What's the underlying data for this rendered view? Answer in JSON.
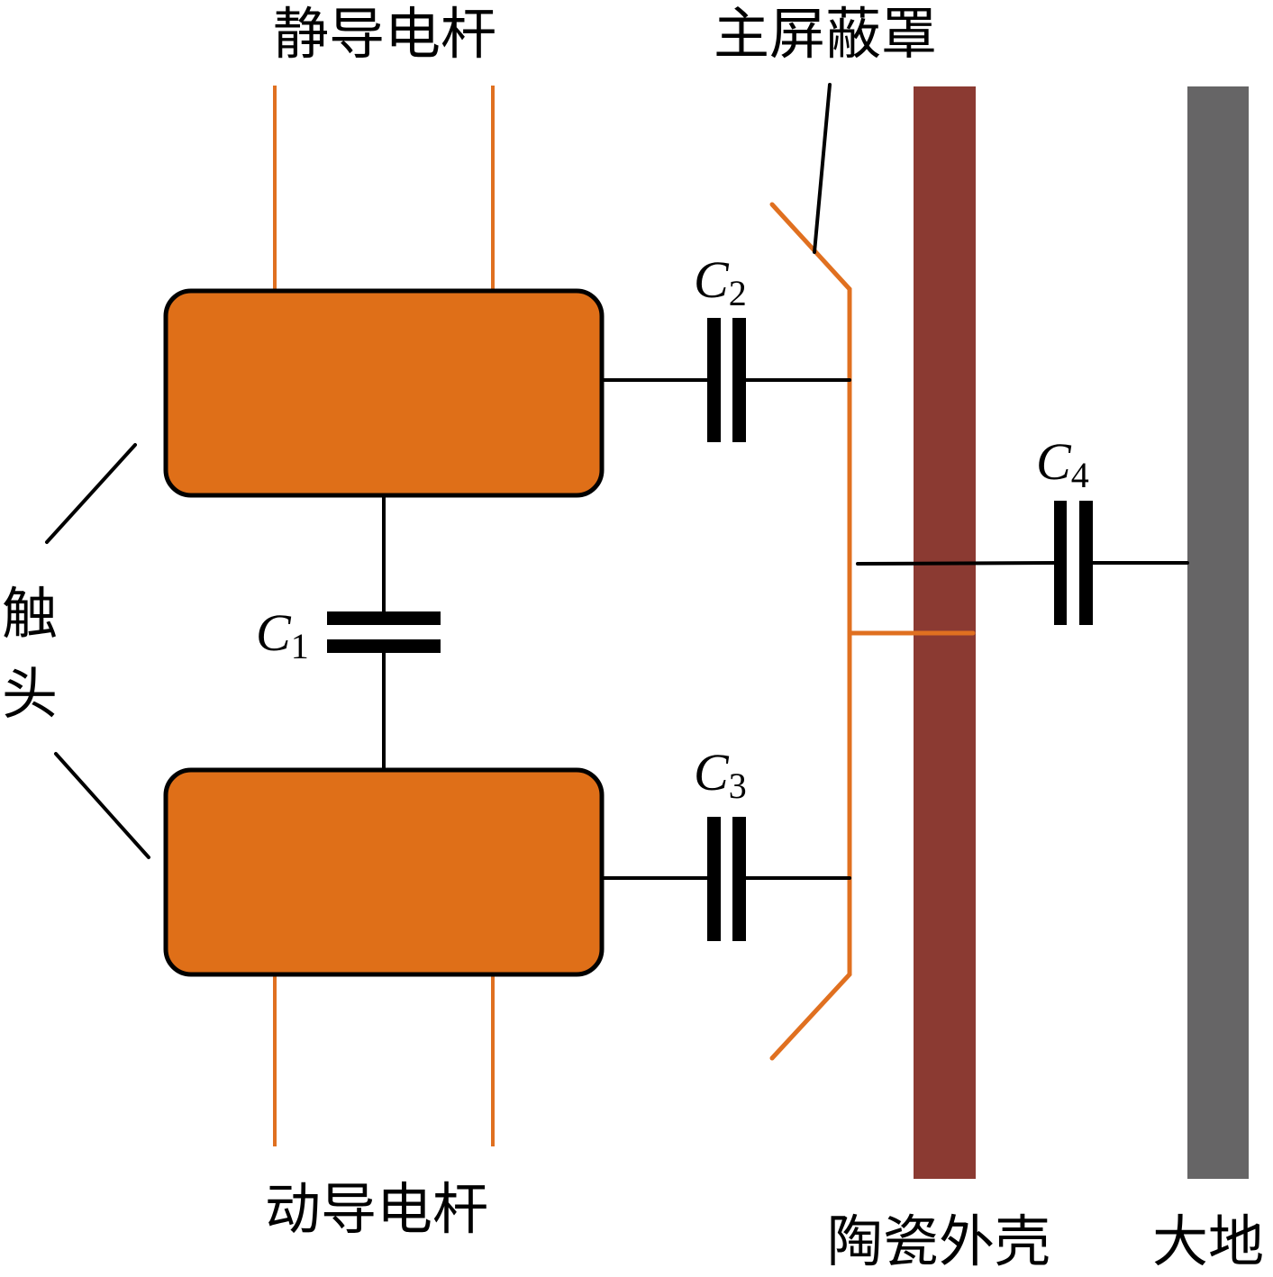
{
  "diagram": {
    "labels": {
      "static_rod": "静导电杆",
      "moving_rod": "动导电杆",
      "main_shield": "主屏蔽罩",
      "contacts": [
        "触",
        "头"
      ],
      "ceramic_shell": "陶瓷外壳",
      "ground": "大地"
    },
    "capacitors": [
      {
        "symbol": "C",
        "subscript": "1",
        "between": [
          "static contact",
          "moving contact"
        ]
      },
      {
        "symbol": "C",
        "subscript": "2",
        "between": [
          "static contact",
          "main shield"
        ]
      },
      {
        "symbol": "C",
        "subscript": "3",
        "between": [
          "moving contact",
          "main shield"
        ]
      },
      {
        "symbol": "C",
        "subscript": "4",
        "between": [
          "main shield",
          "ground"
        ]
      }
    ],
    "colors": {
      "contact_fill": "#DF6F18",
      "conductor_rod": "#E07020",
      "ceramic_shell": "#8B3A32",
      "ground": "#666566",
      "wire": "#000000"
    }
  }
}
